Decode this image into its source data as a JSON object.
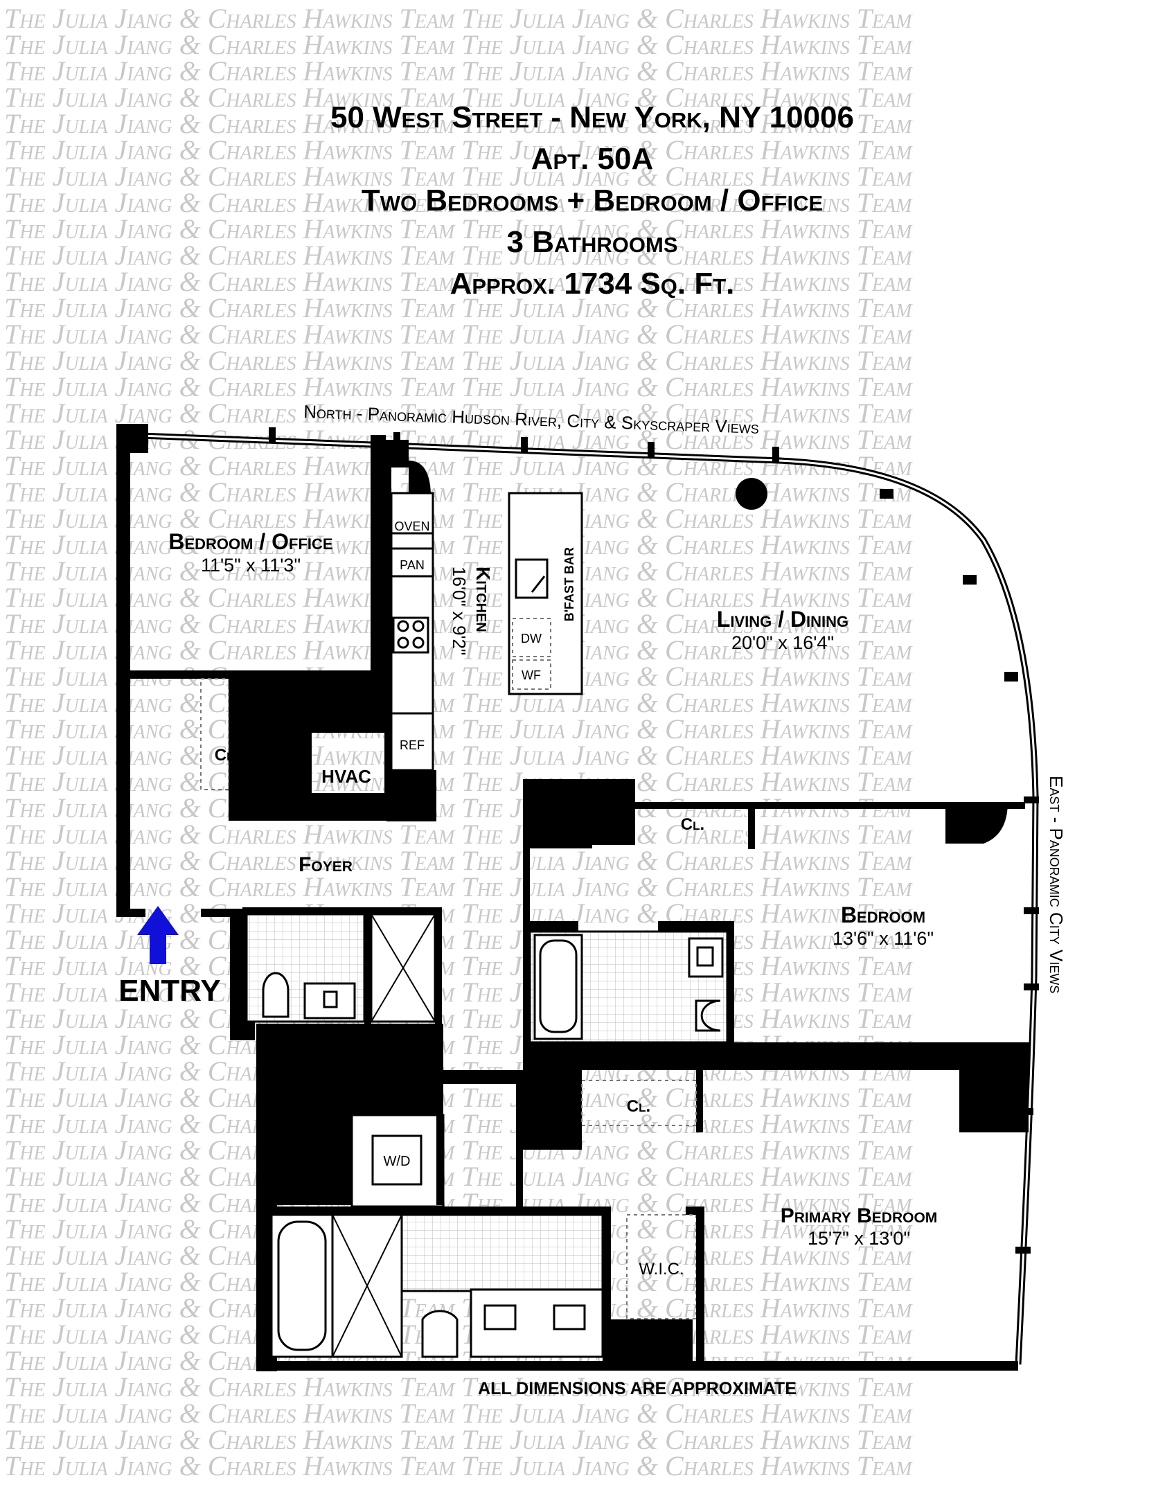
{
  "header": {
    "address": "50 West Street - New York, NY 10006",
    "apartment": "Apt. 50A",
    "bedrooms": "Two Bedrooms + Bedroom / Office",
    "bathrooms": "3 Bathrooms",
    "area": "Approx. 1734 Sq. Ft."
  },
  "watermark": {
    "line": "The Julia Jiang & Charles Hawkins Team The Julia Jiang & Charles Hawkins Team"
  },
  "views": {
    "north": "North - Panoramic Hudson River, City & Skyscraper Views",
    "east": "East - Panoramic City Views"
  },
  "rooms": {
    "office": {
      "name": "Bedroom / Office",
      "dims": "11'5\" x 11'3\""
    },
    "kitchen": {
      "name": "Kitchen",
      "dims": "16'0\" x 9'2\""
    },
    "living": {
      "name": "Living / Dining",
      "dims": "20'0\" x 16'4\""
    },
    "bedroom": {
      "name": "Bedroom",
      "dims": "13'6\" x 11'6\""
    },
    "primary": {
      "name": "Primary Bedroom",
      "dims": "15'7\" x 13'0\""
    }
  },
  "labels": {
    "oven": "OVEN",
    "pan": "PAN",
    "ref": "REF",
    "dw": "DW",
    "wf": "WF",
    "bfast": "B'FAST BAR",
    "closet": "Cl.",
    "hvac": "HVAC",
    "foyer": "Foyer",
    "wd": "W/D",
    "wic": "W.I.C.",
    "entry": "ENTRY",
    "note": "ALL DIMENSIONS ARE APPROXIMATE"
  },
  "colors": {
    "entry_arrow": "#1010d8",
    "watermark": "#c8c8c8"
  }
}
